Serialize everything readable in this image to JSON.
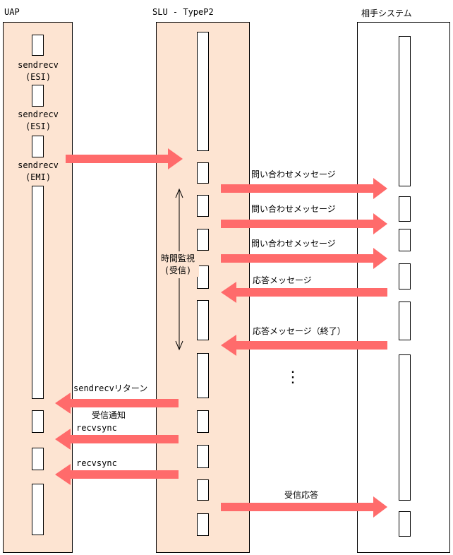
{
  "lanes": {
    "uap": "UAP",
    "slu": "SLU - TypeP2",
    "remote": "相手システム"
  },
  "uap_labels": [
    "sendrecv\n(ESI)",
    "sendrecv\n(ESI)",
    "sendrecv\n(EMI)"
  ],
  "messages": {
    "inquiry_1": "問い合わせメッセージ",
    "inquiry_2": "問い合わせメッセージ",
    "inquiry_3": "問い合わせメッセージ",
    "response_1": "応答メッセージ",
    "response_end": "応答メッセージ（終了）",
    "sendrecv_return": "sendrecvリターン",
    "receive_notify": "受信通知",
    "recvsync_1": "recvsync",
    "recvsync_2": "recvsync",
    "receive_response": "受信応答"
  },
  "timer": "時間監視\n(受信)",
  "ellipsis": "⋮",
  "colors": {
    "arrow": "#ff6b6b",
    "lane_fill": "#fde4d2"
  }
}
